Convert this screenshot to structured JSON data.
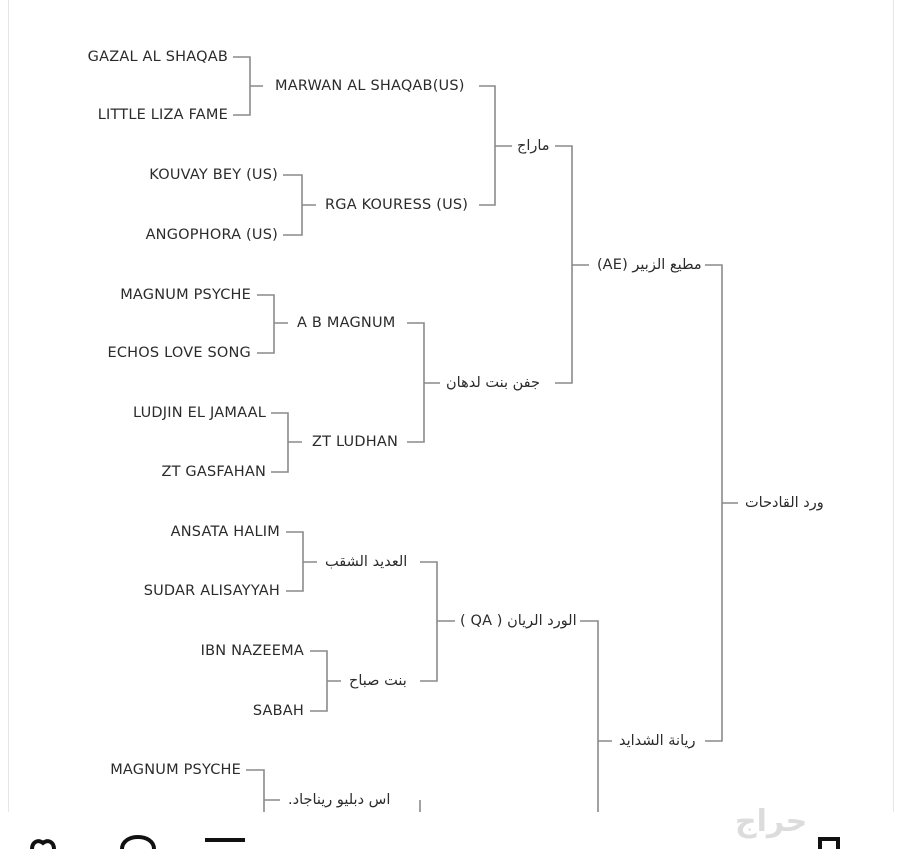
{
  "pedigree": {
    "root": "ورد القادحات",
    "sire": "مطيع الزبير (AE)",
    "dam": "ريانة الشدايد",
    "sire_sire": "ماراج",
    "sire_dam": "جفن بنت لدهان",
    "dam_sire": "الورد الريان ( QA )",
    "s_s_s": "MARWAN AL SHAQAB(US)",
    "s_s_d": "RGA KOURESS (US)",
    "s_d_s": "A B MAGNUM",
    "s_d_d": "ZT LUDHAN",
    "d_s_s": "العديد الشقب",
    "d_s_d": "بنت صباح",
    "d_d_s": "اس دبليو ريناجاد.",
    "g1": "GAZAL AL SHAQAB",
    "g2": "LITTLE LIZA FAME",
    "g3": "KOUVAY BEY (US)",
    "g4": "ANGOPHORA (US)",
    "g5": "MAGNUM PSYCHE",
    "g6": "ECHOS LOVE SONG",
    "g7": "LUDJIN EL JAMAAL",
    "g8": "ZT GASFAHAN",
    "g9": "ANSATA HALIM",
    "g10": "SUDAR ALISAYYAH",
    "g11": "IBN NAZEEMA",
    "g12": "SABAH",
    "g13": "MAGNUM PSYCHE"
  },
  "watermark": "حراج",
  "colors": {
    "line": "#8a8a8a",
    "text": "#2b2b2b",
    "watermark": "#dcdcdc"
  }
}
